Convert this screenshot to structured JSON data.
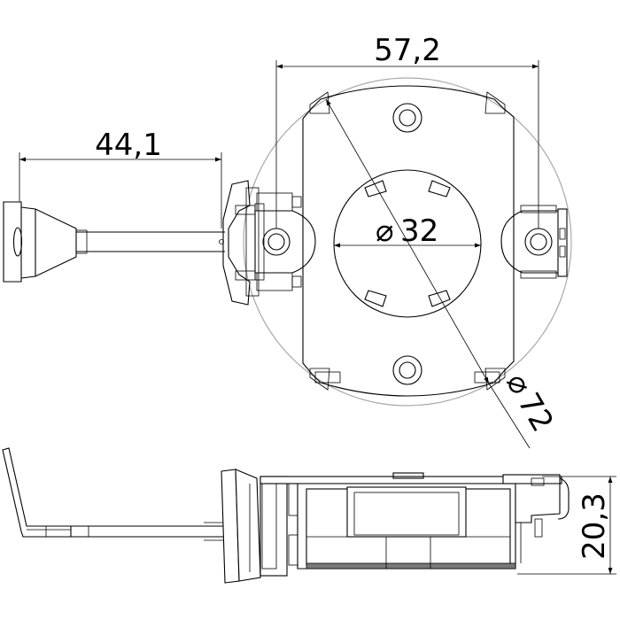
{
  "dimensions": {
    "width_top": "57,2",
    "arm_length": "44,1",
    "inner_diameter": "32",
    "outer_diameter": "72",
    "height": "20,3"
  },
  "symbols": {
    "diameter_symbol": "⌀"
  }
}
